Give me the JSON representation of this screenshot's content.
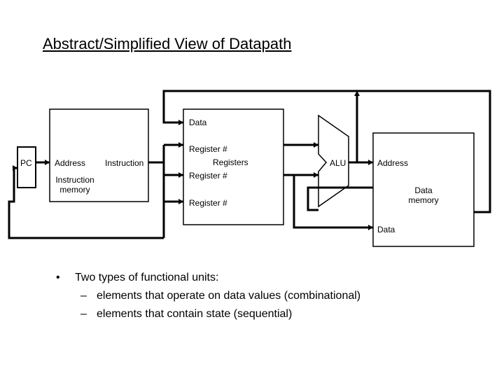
{
  "title": "Abstract/Simplified View of Datapath",
  "diagram": {
    "pc_label": "PC",
    "imem_address": "Address",
    "imem_instruction": "Instruction",
    "imem_name": "Instruction\nmemory",
    "reg_data": "Data",
    "reg_register1": "Register #",
    "reg_name": "Registers",
    "reg_register2": "Register #",
    "reg_register3": "Register #",
    "alu_label": "ALU",
    "dmem_address": "Address",
    "dmem_name": "Data\nmemory",
    "dmem_data": "Data"
  },
  "bullets": [
    {
      "text": "Two types of functional units:",
      "subitems": [
        "elements that operate on data values (combinational)",
        "elements that contain state (sequential)"
      ]
    }
  ],
  "bullet_symbol": "•",
  "dash_symbol": "–"
}
